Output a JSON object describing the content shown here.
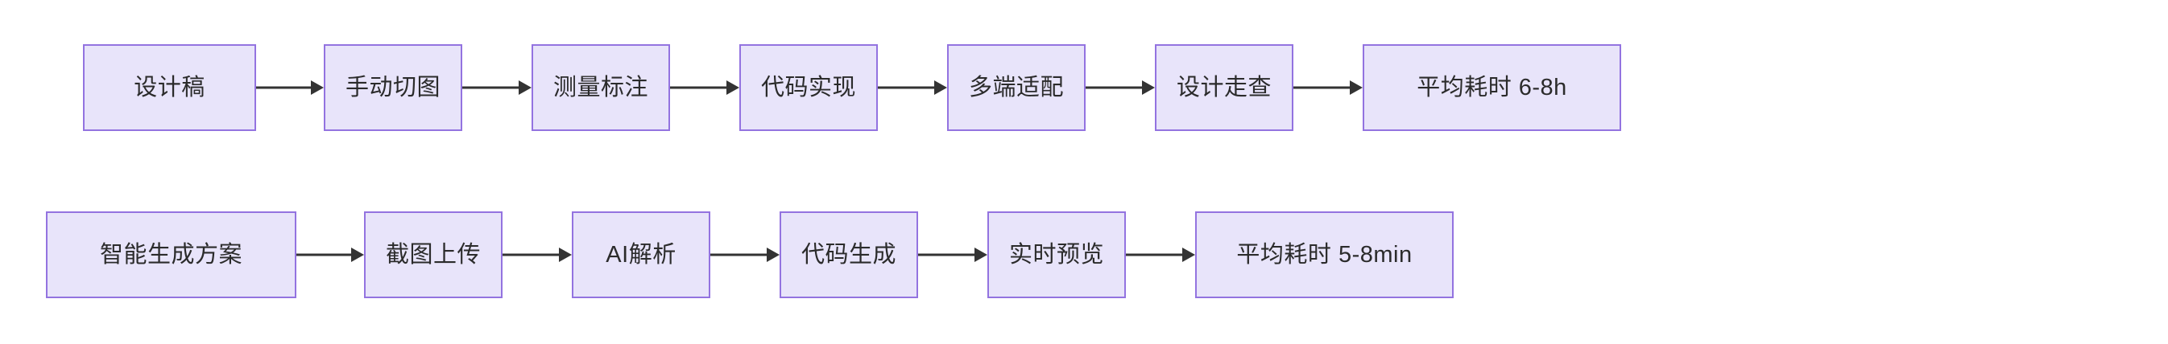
{
  "diagram": {
    "type": "flowchart",
    "orientation": "left-to-right",
    "colors": {
      "node_fill": "#e8e4fa",
      "node_border": "#9373e0",
      "arrow": "#333333",
      "text": "#2b2b2b",
      "background": "#ffffff"
    },
    "rows": [
      {
        "id": "manual-workflow",
        "nodes": [
          {
            "id": "n0",
            "label": "设计稿"
          },
          {
            "id": "n1",
            "label": "手动切图"
          },
          {
            "id": "n2",
            "label": "测量标注"
          },
          {
            "id": "n3",
            "label": "代码实现"
          },
          {
            "id": "n4",
            "label": "多端适配"
          },
          {
            "id": "n5",
            "label": "设计走查"
          },
          {
            "id": "n6",
            "label": "平均耗时 6-8h"
          }
        ],
        "connectors": [
          {
            "id": "c0",
            "from": "设计稿",
            "to": "手动切图"
          },
          {
            "id": "c1",
            "from": "手动切图",
            "to": "测量标注"
          },
          {
            "id": "c2",
            "from": "测量标注",
            "to": "代码实现"
          },
          {
            "id": "c3",
            "from": "代码实现",
            "to": "多端适配"
          },
          {
            "id": "c4",
            "from": "多端适配",
            "to": "设计走查"
          },
          {
            "id": "c5",
            "from": "设计走查",
            "to": "平均耗时 6-8h"
          }
        ]
      },
      {
        "id": "ai-workflow",
        "nodes": [
          {
            "id": "n0",
            "label": "智能生成方案"
          },
          {
            "id": "n1",
            "label": "截图上传"
          },
          {
            "id": "n2",
            "label": "AI解析"
          },
          {
            "id": "n3",
            "label": "代码生成"
          },
          {
            "id": "n4",
            "label": "实时预览"
          },
          {
            "id": "n5",
            "label": "平均耗时 5-8min"
          }
        ],
        "connectors": [
          {
            "id": "c0",
            "from": "智能生成方案",
            "to": "截图上传"
          },
          {
            "id": "c1",
            "from": "截图上传",
            "to": "AI解析"
          },
          {
            "id": "c2",
            "from": "AI解析",
            "to": "代码生成"
          },
          {
            "id": "c3",
            "from": "代码生成",
            "to": "实时预览"
          },
          {
            "id": "c4",
            "from": "实时预览",
            "to": "平均耗时 5-8min"
          }
        ]
      }
    ]
  }
}
